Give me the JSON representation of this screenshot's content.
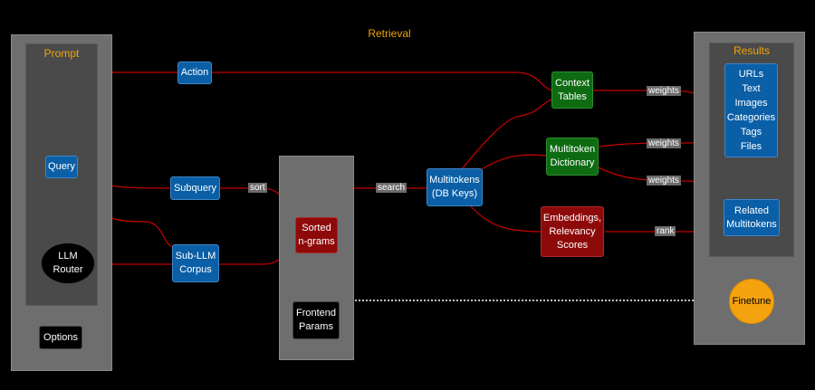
{
  "diagram": {
    "title": "Retrieval",
    "prompt_panel": {
      "title": "Prompt"
    },
    "results_panel": {
      "title": "Results"
    },
    "nodes": {
      "action": "Action",
      "query": "Query",
      "subquery": "Subquery",
      "sub_llm_corpus": "Sub-LLM\nCorpus",
      "llm_router": "LLM\nRouter",
      "options": "Options",
      "sorted_ngrams": "Sorted\nn-grams",
      "frontend_params": "Frontend\nParams",
      "multitokens": "Multitokens\n(DB Keys)",
      "context_tables": "Context\nTables",
      "multitoken_dictionary": "Multitoken\nDictionary",
      "embeddings": "Embeddings,\nRelevancy\nScores",
      "results_list": "URLs\nText\nImages\nCategories\nTags\nFiles",
      "related_multitokens": "Related\nMultitokens",
      "finetune": "Finetune"
    },
    "edge_labels": {
      "sort": "sort",
      "search": "search",
      "weights_1": "weights",
      "weights_2": "weights",
      "weights_3": "weights",
      "rank": "rank"
    },
    "colors": {
      "edge": "#c00000",
      "dotted": "#ffffff",
      "title": "#f0a30a",
      "blue_node": "#0a5fa6",
      "green_node": "#0d6b12",
      "red_node": "#8e0a0a",
      "finetune": "#f5a20f"
    }
  }
}
